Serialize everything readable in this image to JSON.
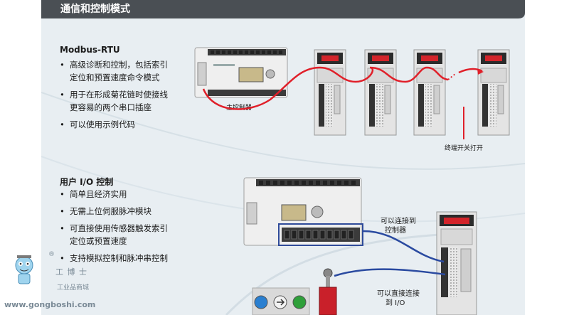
{
  "header": {
    "title": "通信和控制模式"
  },
  "modbus": {
    "title": "Modbus-RTU",
    "bullets": [
      "高级诊断和控制，包括索引",
      "定位和预置速度命令模式",
      "用于在形成菊花链时使接线",
      "更容易的两个串口插座",
      "可以使用示例代码"
    ],
    "master_label": "主控制器",
    "terminator_label": "终端开关打开"
  },
  "user_io": {
    "title": "用户 I/O 控制",
    "bullets": [
      "简单且经济实用",
      "无需上位伺服脉冲模块",
      "可直接使用传感器触发索引",
      "定位或预置速度",
      "支持模拟控制和脉冲串控制"
    ],
    "connect_controller_label_1": "可以连接到",
    "connect_controller_label_2": "控制器",
    "connect_io_label_1": "可以直接连接",
    "connect_io_label_2": "到 I/O"
  },
  "watermark": {
    "reg_mark": "®",
    "brand": "工 博 士",
    "subtitle": "工业品商城",
    "url": "www.gongboshi.com"
  },
  "colors": {
    "header_bg": "#4a4f54",
    "panel_bg": "#e8eef2",
    "cable_red": "#e0202a",
    "cable_blue": "#2a4aa0",
    "highlight_box": "#2f4b9a"
  }
}
